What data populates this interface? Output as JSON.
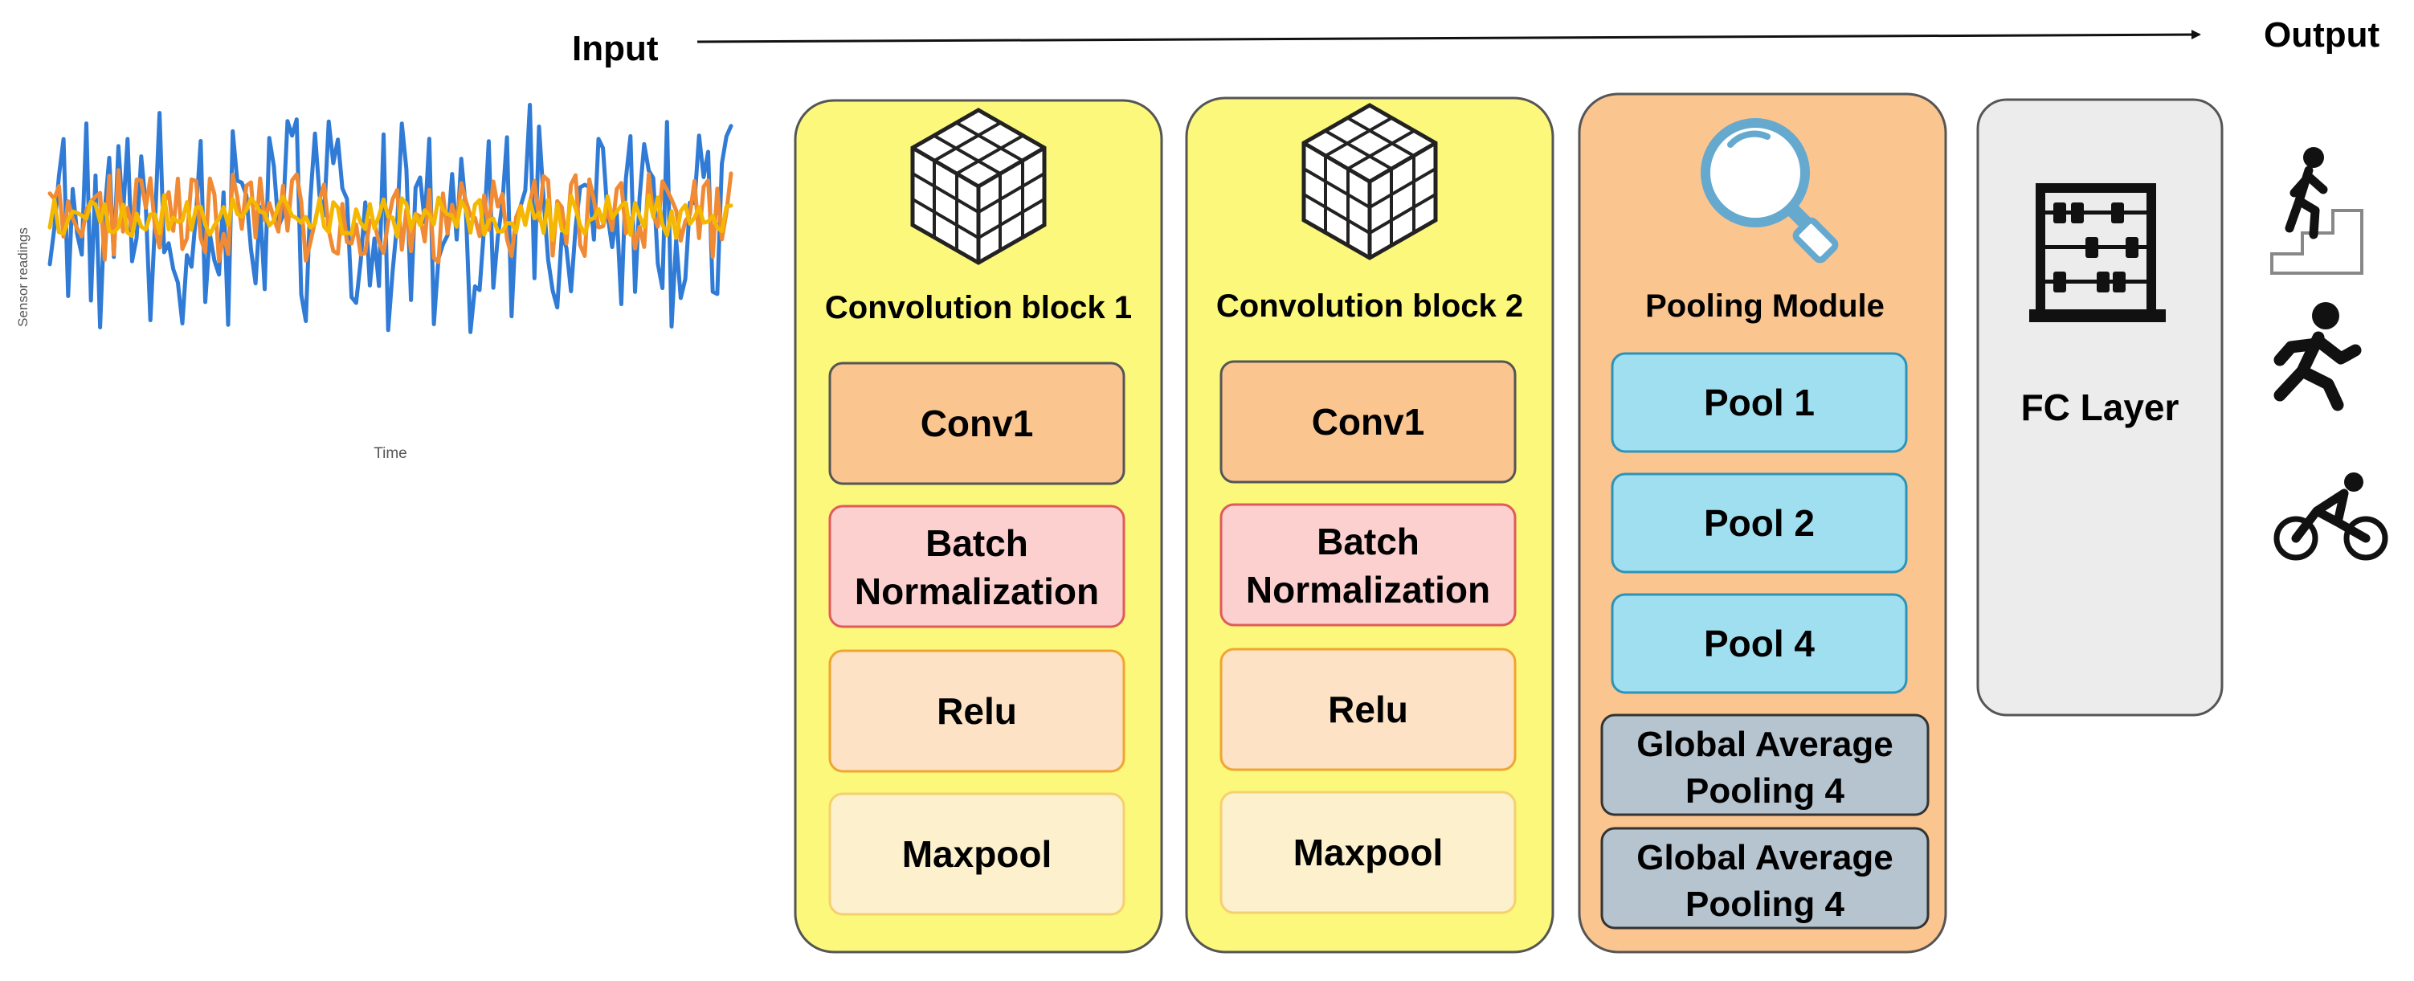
{
  "header": {
    "input_label": "Input",
    "output_label": "Output"
  },
  "signal_plot": {
    "ylabel": "Sensor readings",
    "xlabel": "Time",
    "series_colors": [
      "#2f7bd6",
      "#f08a34",
      "#f5b800"
    ]
  },
  "blocks": [
    {
      "title": "Convolution block 1",
      "icon": "cube-icon",
      "layers": [
        {
          "line1": "Conv1",
          "line2": ""
        },
        {
          "line1": "Batch",
          "line2": "Normalization"
        },
        {
          "line1": "Relu",
          "line2": ""
        },
        {
          "line1": "Maxpool",
          "line2": ""
        }
      ]
    },
    {
      "title": "Convolution block 2",
      "icon": "cube-icon",
      "layers": [
        {
          "line1": "Conv1",
          "line2": ""
        },
        {
          "line1": "Batch",
          "line2": "Normalization"
        },
        {
          "line1": "Relu",
          "line2": ""
        },
        {
          "line1": "Maxpool",
          "line2": ""
        }
      ]
    }
  ],
  "pooling": {
    "title": "Pooling Module",
    "icon": "magnifier-icon",
    "items": [
      {
        "line1": "Pool 1",
        "line2": ""
      },
      {
        "line1": "Pool 2",
        "line2": ""
      },
      {
        "line1": "Pool 4",
        "line2": ""
      },
      {
        "line1": "Global Average",
        "line2": "Pooling 4"
      },
      {
        "line1": "Global Average",
        "line2": "Pooling 4"
      }
    ]
  },
  "fc": {
    "title": "FC Layer",
    "icon": "abacus-icon"
  },
  "outputs": [
    {
      "icon": "stairs-climbing-icon"
    },
    {
      "icon": "running-icon"
    },
    {
      "icon": "cycling-icon"
    }
  ],
  "colors": {
    "conv_block": "#fbf87b",
    "pooling_block": "#fbc590",
    "fc_block": "#ececec",
    "conv1": "#fbc590",
    "batch_norm": "#fdd0d0",
    "relu": "#fde2c5",
    "maxpool": "#fdf0cc",
    "pool": "#9fdff0",
    "gap": "#b5c4cf"
  }
}
